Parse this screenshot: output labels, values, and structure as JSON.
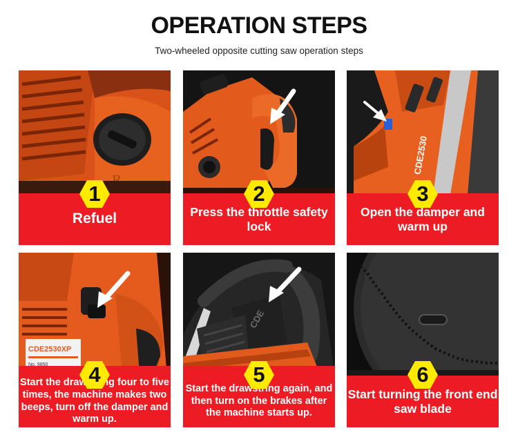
{
  "header": {
    "title": "OPERATION STEPS",
    "subtitle": "Two-wheeled opposite cutting saw operation steps"
  },
  "steps": [
    {
      "number": "1",
      "caption": "Refuel"
    },
    {
      "number": "2",
      "caption": "Press the throttle safety lock"
    },
    {
      "number": "3",
      "caption": "Open the damper and warm up"
    },
    {
      "number": "4",
      "caption": "Start the drawstring four to five times, the machine makes two beeps, turn off the damper and warm up."
    },
    {
      "number": "5",
      "caption": "Start the drawstring again, and then turn on the brakes after the machine starts up."
    },
    {
      "number": "6",
      "caption": "Start turning the front end saw blade"
    }
  ],
  "photo_labels": {
    "engraving": "R",
    "model_a": "CDE2530",
    "model_b": "CDE2530XP",
    "plate_text": "No. 9850"
  },
  "colors": {
    "caption_red": "#ed1c24",
    "badge_yellow": "#ffea00",
    "saw_orange": "#e85a1e",
    "arrow_white": "#ffffff"
  },
  "icons": {
    "badge": "hexagon-badge",
    "pointer": "white-arrow-icon"
  }
}
